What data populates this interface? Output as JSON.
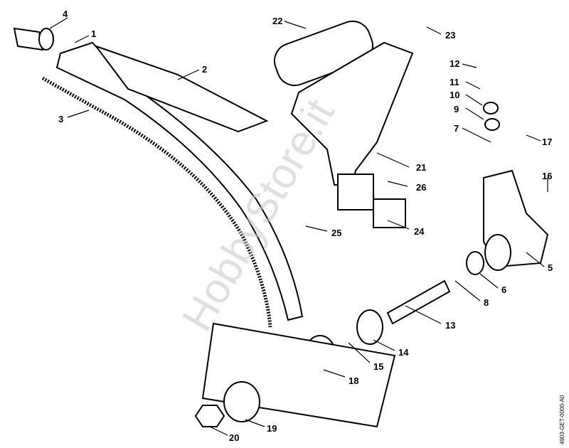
{
  "watermark": "HobbyStore.it",
  "drawing_code": "4903-GET-0000-A0",
  "parts": [
    {
      "id": "1",
      "label": "1"
    },
    {
      "id": "2",
      "label": "2"
    },
    {
      "id": "3",
      "label": "3"
    },
    {
      "id": "4",
      "label": "4"
    },
    {
      "id": "5",
      "label": "5"
    },
    {
      "id": "6",
      "label": "6"
    },
    {
      "id": "7",
      "label": "7"
    },
    {
      "id": "8",
      "label": "8"
    },
    {
      "id": "9",
      "label": "9"
    },
    {
      "id": "10",
      "label": "10"
    },
    {
      "id": "11",
      "label": "11"
    },
    {
      "id": "12",
      "label": "12"
    },
    {
      "id": "13",
      "label": "13"
    },
    {
      "id": "14",
      "label": "14"
    },
    {
      "id": "15",
      "label": "15"
    },
    {
      "id": "16",
      "label": "16"
    },
    {
      "id": "17",
      "label": "17"
    },
    {
      "id": "18",
      "label": "18"
    },
    {
      "id": "19",
      "label": "19"
    },
    {
      "id": "20",
      "label": "20"
    },
    {
      "id": "21",
      "label": "21"
    },
    {
      "id": "22",
      "label": "22"
    },
    {
      "id": "23",
      "label": "23"
    },
    {
      "id": "24",
      "label": "24"
    },
    {
      "id": "25",
      "label": "25"
    },
    {
      "id": "26",
      "label": "26"
    }
  ]
}
